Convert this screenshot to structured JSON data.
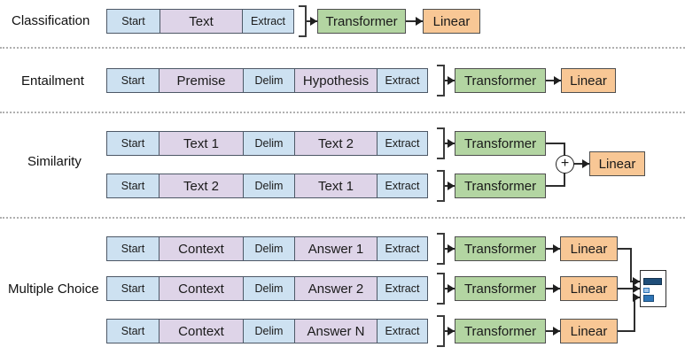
{
  "figure": {
    "sections": [
      {
        "label": "Classification",
        "rows": [
          {
            "tokens": [
              "Start",
              "Text",
              "Extract"
            ]
          }
        ]
      },
      {
        "label": "Entailment",
        "rows": [
          {
            "tokens": [
              "Start",
              "Premise",
              "Delim",
              "Hypothesis",
              "Extract"
            ]
          }
        ]
      },
      {
        "label": "Similarity",
        "rows": [
          {
            "tokens": [
              "Start",
              "Text 1",
              "Delim",
              "Text 2",
              "Extract"
            ]
          },
          {
            "tokens": [
              "Start",
              "Text 2",
              "Delim",
              "Text 1",
              "Extract"
            ]
          }
        ]
      },
      {
        "label": "Multiple Choice",
        "rows": [
          {
            "tokens": [
              "Start",
              "Context",
              "Delim",
              "Answer 1",
              "Extract"
            ]
          },
          {
            "tokens": [
              "Start",
              "Context",
              "Delim",
              "Answer 2",
              "Extract"
            ]
          },
          {
            "tokens": [
              "Start",
              "Context",
              "Delim",
              "Answer N",
              "Extract"
            ]
          }
        ]
      }
    ],
    "blocks": {
      "transformer": "Transformer",
      "linear": "Linear",
      "plus": "+"
    },
    "icons": {
      "sum": "plus-circle-icon",
      "output": "probability-bars-icon"
    }
  },
  "colors": {
    "token_blue": "#cde1f1",
    "token_purple": "#ded4e8",
    "transformer_green": "#b3d5a2",
    "linear_orange": "#f8c795",
    "bar_dark_blue": "#1f4e79",
    "bar_light_blue": "#9dc3e6",
    "bar_medium_blue": "#2e75b6"
  }
}
